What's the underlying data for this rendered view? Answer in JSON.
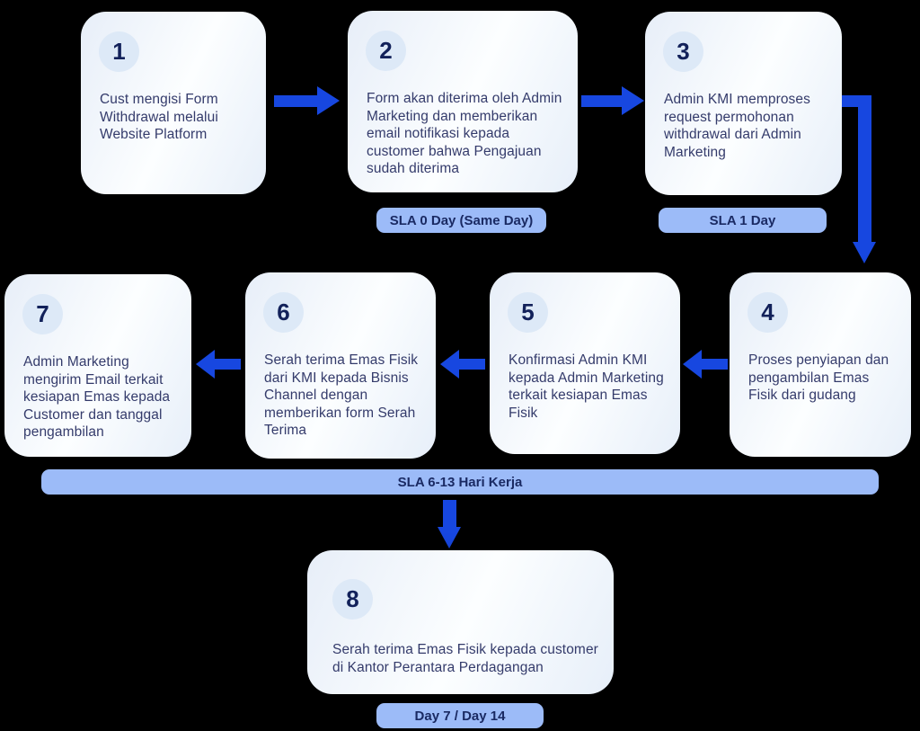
{
  "diagram": {
    "type": "flowchart",
    "background": "#000000",
    "colors": {
      "arrow_blue": "#1747e0",
      "sla_pill_bg": "#9cbbf8",
      "badge_bg": "#dde9f7",
      "number_text": "#12215a",
      "body_text": "#343b6b",
      "card_gradient_start": "#e7eef8",
      "card_gradient_end": "#e7eff9"
    }
  },
  "steps": [
    {
      "number": "1",
      "text": "Cust mengisi Form Withdrawal melalui Website Platform"
    },
    {
      "number": "2",
      "text": "Form akan diterima oleh Admin Marketing dan memberikan email notifikasi kepada customer bahwa Pengajuan sudah diterima"
    },
    {
      "number": "3",
      "text": "Admin KMI memproses request permohonan withdrawal dari Admin Marketing"
    },
    {
      "number": "4",
      "text": "Proses penyiapan dan pengambilan Emas Fisik dari gudang"
    },
    {
      "number": "5",
      "text": "Konfirmasi Admin KMI kepada Admin Marketing terkait kesiapan Emas Fisik"
    },
    {
      "number": "6",
      "text": "Serah terima Emas Fisik dari KMI kepada Bisnis Channel dengan memberikan form Serah Terima"
    },
    {
      "number": "7",
      "text": "Admin Marketing mengirim Email terkait kesiapan Emas kepada Customer dan tanggal pengambilan"
    },
    {
      "number": "8",
      "text": "Serah terima Emas Fisik kepada customer di Kantor Perantara Perdagangan"
    }
  ],
  "sla_labels": {
    "step2": "SLA 0 Day (Same Day)",
    "step3": "SLA 1 Day",
    "row2": "SLA 6-13 Hari Kerja",
    "step8": "Day 7 / Day 14"
  }
}
